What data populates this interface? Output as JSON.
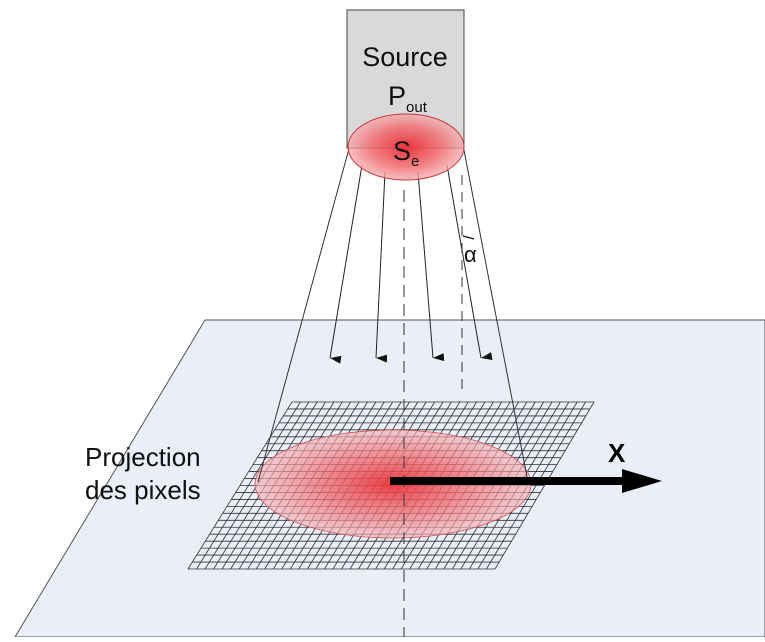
{
  "source": {
    "label": "Source",
    "power_symbol": "P",
    "power_subscript": "out",
    "emitter_symbol": "S",
    "emitter_subscript": "e",
    "box_fill": "#d9d9d9",
    "emitter_color": "#e8333a"
  },
  "angle_label": "α",
  "plane": {
    "fill": "#e9eef8",
    "grid_color": "#333333",
    "spot_color": "#e8333a"
  },
  "projection_label_line1": "Projection",
  "projection_label_line2": "des pixels",
  "axis_label": "X",
  "grid": {
    "columns": 36,
    "rows": 24
  }
}
